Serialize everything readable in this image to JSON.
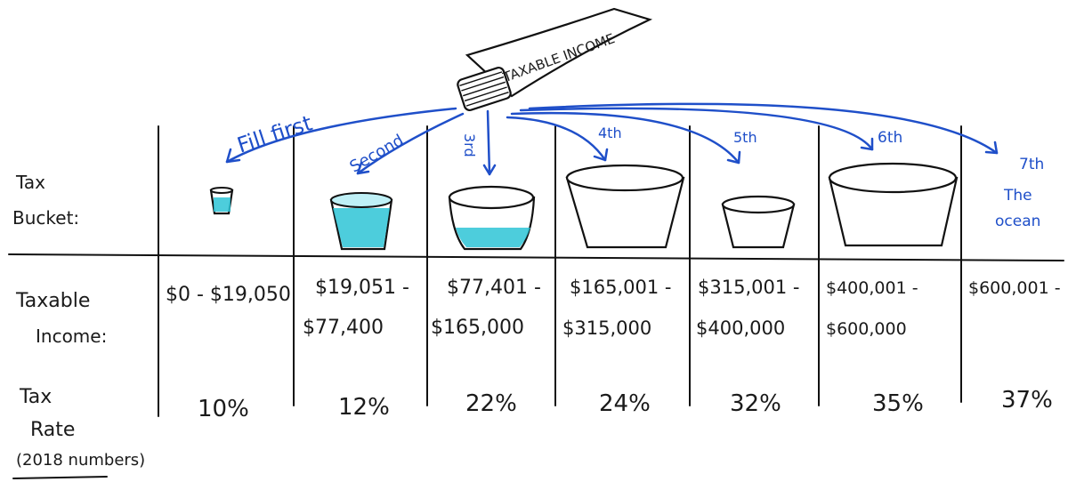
{
  "tube_label": "TAXABLE INCOME",
  "row_labels": {
    "bucket": [
      "Tax",
      "Bucket:"
    ],
    "income": [
      "Taxable",
      "Income:"
    ],
    "rate": [
      "Tax",
      "Rate"
    ],
    "note": "(2018 numbers)"
  },
  "arrow_labels": [
    "Fill first",
    "Second",
    "3rd",
    "4th",
    "5th",
    "6th",
    "7th"
  ],
  "ocean_label": [
    "The",
    "ocean"
  ],
  "brackets": [
    {
      "income_line1": "$0 - $19,050",
      "income_line2": "",
      "rate": "10%"
    },
    {
      "income_line1": "$19,051 -",
      "income_line2": "$77,400",
      "rate": "12%"
    },
    {
      "income_line1": "$77,401 -",
      "income_line2": "$165,000",
      "rate": "22%"
    },
    {
      "income_line1": "$165,001 -",
      "income_line2": "$315,000",
      "rate": "24%"
    },
    {
      "income_line1": "$315,001 -",
      "income_line2": "$400,000",
      "rate": "32%"
    },
    {
      "income_line1": "$400,001 -",
      "income_line2": "$600,000",
      "rate": "35%"
    },
    {
      "income_line1": "$600,001 -",
      "income_line2": "",
      "rate": "37%"
    }
  ],
  "colors": {
    "ink": "#1a1a1a",
    "arrow": "#1f4fc9",
    "water": "#2ec4d6"
  }
}
